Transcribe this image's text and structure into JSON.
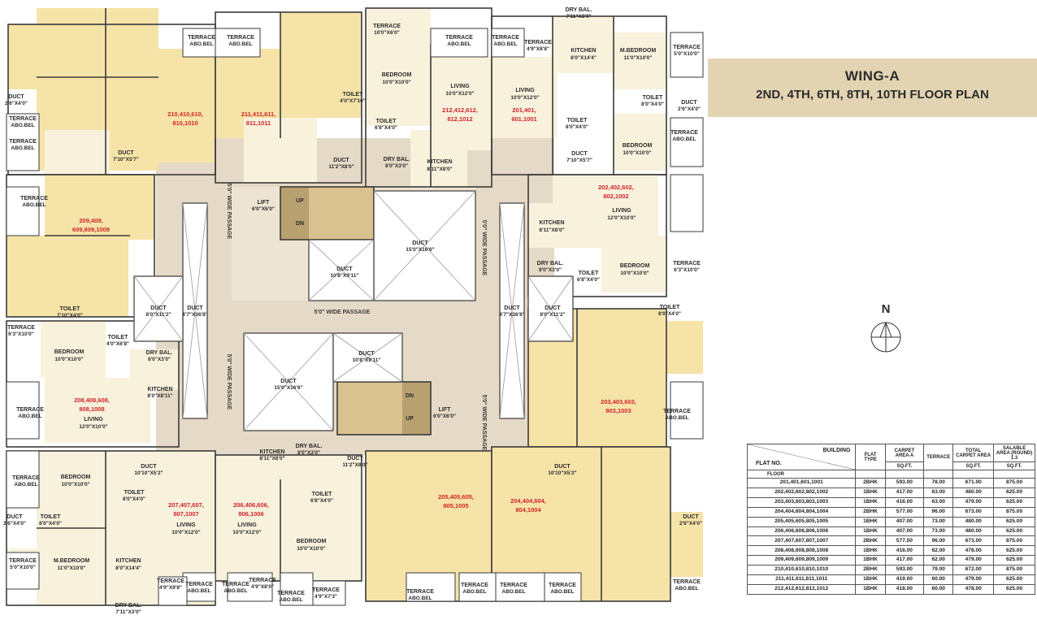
{
  "title": {
    "wing": "WING-A",
    "floors": "2ND, 4TH, 6TH, 8TH, 10TH FLOOR PLAN"
  },
  "north_label": "N",
  "colors": {
    "unit_fill": "#f6e3a8",
    "room_fill": "#f8f1dc",
    "corridor": "#e5d9c7",
    "wall": "#3a3a3a",
    "flat_no_text": "#d2232a",
    "title_band": "#e2d4b2"
  },
  "plan": {
    "flat_numbers": [
      "210,410,610,",
      "810,1010",
      "211,411,611,",
      "811,1011",
      "212,412,612,",
      "812,1012",
      "201,401,",
      "601,1001",
      "202,402,602,",
      "802,1002",
      "209,409,",
      "609,809,1009",
      "208,408,608,",
      "808,1008",
      "203,403,603,",
      "803,1003",
      "207,407,607,",
      "807,1007",
      "206,406,606,",
      "806,1006",
      "205,405,605,",
      "805,1005",
      "204,404,604,",
      "804,1004"
    ],
    "rooms": [
      "TERRACE",
      "10'0\"X6'0\"",
      "DRY BAL.",
      "7'11\"X3'0\"",
      "TERRACE",
      "ABO.BEL",
      "TERRACE",
      "ABO.BEL",
      "TERRACE",
      "ABO.BEL",
      "TERRACE",
      "ABO.BEL",
      "TERRACE",
      "4'9\"X8'8\"",
      "KITCHEN",
      "8'0\"X14'4\"",
      "M.BEDROOM",
      "11'0\"X10'0\"",
      "TERRACE",
      "5'0\"X10'0\"",
      "BEDROOM",
      "10'0\"X10'0\"",
      "LIVING",
      "10'0\"X12'0\"",
      "LIVING",
      "10'0\"X12'0\"",
      "TOILET",
      "8'0\"X4'0\"",
      "DUCT",
      "2'6\"X4'0\"",
      "TOILET",
      "4'0\"X7'10\"",
      "TOILET",
      "6'8\"X4'0\"",
      "TOILET",
      "8'0\"X4'0\"",
      "BEDROOM",
      "10'0\"X10'0\"",
      "DUCT",
      "2'6\"X4'0\"",
      "TERRACE",
      "ABO.BEL",
      "DUCT",
      "7'10\"X5'7\"",
      "DUCT",
      "11'2\"X8'0\"",
      "DRY BAL.",
      "8'0\"X3'0\"",
      "KITCHEN",
      "8'11\"X8'0\"",
      "DUCT",
      "7'10\"X5'7\"",
      "TERRACE",
      "ABO.BEL",
      "TERRACE",
      "ABO.BEL",
      "LIVING",
      "12'0\"X10'0\"",
      "LIFT",
      "6'0\"X6'0\"",
      "UP",
      "DN",
      "DUCT",
      "15'0\"X16'6\"",
      "KITCHEN",
      "8'11\"X8'0\"",
      "DRY BAL.",
      "8'0\"X3'0\"",
      "TOILET",
      "6'8\"X4'0\"",
      "BEDROOM",
      "10'0\"X10'0\"",
      "TERRACE",
      "6'3\"X10'0\"",
      "DUCT",
      "10'8\"X9'11\"",
      "TOILET",
      "7'10\"X4'0\"",
      "DUCT",
      "8'0\"X11'2\"",
      "DUCT",
      "4'7\"X36'8\"",
      "DUCT",
      "4'7\"X36'8\"",
      "DUCT",
      "8'0\"X11'2\"",
      "TOILET",
      "8'0\"X4'0\"",
      "TERRACE",
      "6'3\"X10'0\"",
      "BEDROOM",
      "10'0\"X10'0\"",
      "TOILET",
      "4'0\"X6'8\"",
      "DRY BAL.",
      "8'0\"X3'0\"",
      "DUCT",
      "10'8\"X9'11\"",
      "DUCT",
      "15'0\"X16'6\"",
      "KITCHEN",
      "8'0\"X8'11\"",
      "TERRACE",
      "ABO.BEL",
      "LIVING",
      "12'0\"X10'0\"",
      "DN",
      "UP",
      "LIFT",
      "6'0\"X6'0\"",
      "TERRACE",
      "ABO.BEL",
      "TERRACE",
      "ABO.BEL",
      "DUCT",
      "10'10\"X5'2\"",
      "KITCHEN",
      "8'11\"X8'0\"",
      "DRY BAL.",
      "8'0\"X3'0\"",
      "DUCT",
      "11'2\"X8'0\"",
      "DUCT",
      "10'10\"X5'2\"",
      "BEDROOM",
      "10'0\"X10'0\"",
      "TOILET",
      "8'0\"X4'0\"",
      "TOILET",
      "6'8\"X4'0\"",
      "TOILET",
      "8'0\"X4'0\"",
      "DUCT",
      "2'6\"X4'0\"",
      "LIVING",
      "10'0\"X12'0\"",
      "LIVING",
      "10'0\"X12'0\"",
      "BEDROOM",
      "10'0\"X10'0\"",
      "DUCT",
      "2'6\"X4'0\"",
      "TERRACE",
      "5'0\"X10'0\"",
      "M.BEDROOM",
      "11'0\"X10'0\"",
      "KITCHEN",
      "8'0\"X14'4\"",
      "TERRACE",
      "4'9\"X9'8\"",
      "TERRACE",
      "4'9\"X8'0\"",
      "TERRACE",
      "ABO.BEL",
      "TERRACE",
      "ABO.BEL",
      "TERRACE",
      "4'9\"X7'3\"",
      "TERRACE",
      "ABO.BEL",
      "TERRACE",
      "ABO.BEL",
      "TERRACE",
      "ABO.BEL",
      "DRY BAL.",
      "7'11\"X3'0\"",
      "TERRACE",
      "ABO.BEL",
      "TERRACE",
      "ABO.BEL",
      "TERRACE",
      "ABO.BEL",
      "TERRACE",
      "ABO.BEL"
    ],
    "passages": [
      "5'0\" WIDE PASSAGE",
      "5'0\" WIDE PASSAGE",
      "5'0\" WIDE PASSAGE",
      "5'0\" WIDE PASSAGE",
      "5'0\" WIDE PASSAGE"
    ]
  },
  "area_table": {
    "headers": {
      "building": "BUILDING",
      "flat_no": "FLAT NO.",
      "floor": "FLOOR",
      "flat_type": "FLAT TYPE",
      "carpet_area": "CARPET AREA A",
      "terrace": "TERRACE",
      "total_carpet_area": "TOTAL CARPET AREA",
      "salable_area": "SALABLE AREA (ROUND) 1.3",
      "unit": "SQ.FT."
    },
    "rows": [
      [
        "201,401,601,1001",
        "2BHK",
        "593.00",
        "78.00",
        "671.00",
        "875.00"
      ],
      [
        "202,402,602,802,1002",
        "1BHK",
        "417.00",
        "63.00",
        "480.00",
        "625.00"
      ],
      [
        "203,403,603,803,1003",
        "1BHK",
        "416.00",
        "63.00",
        "479.00",
        "625.00"
      ],
      [
        "204,404,604,804,1004",
        "2BHK",
        "577.00",
        "96.00",
        "673.00",
        "875.00"
      ],
      [
        "205,405,605,805,1005",
        "1BHK",
        "407.00",
        "73.00",
        "480.00",
        "625.00"
      ],
      [
        "206,406,606,806,1006",
        "1BHK",
        "407.00",
        "73.00",
        "480.00",
        "625.00"
      ],
      [
        "207,407,607,807,1007",
        "2BHK",
        "577.00",
        "96.00",
        "673.00",
        "875.00"
      ],
      [
        "208,408,608,808,1008",
        "1BHK",
        "416.00",
        "62.00",
        "478.00",
        "625.00"
      ],
      [
        "209,409,609,809,1009",
        "1BHK",
        "417.00",
        "62.00",
        "479.00",
        "625.00"
      ],
      [
        "210,410,610,810,1010",
        "2BHK",
        "593.00",
        "79.00",
        "672.00",
        "875.00"
      ],
      [
        "211,411,611,811,1011",
        "1BHK",
        "419.00",
        "60.00",
        "479.00",
        "625.00"
      ],
      [
        "212,412,612,812,1012",
        "1BHK",
        "418.00",
        "60.00",
        "478.00",
        "625.00"
      ]
    ]
  }
}
